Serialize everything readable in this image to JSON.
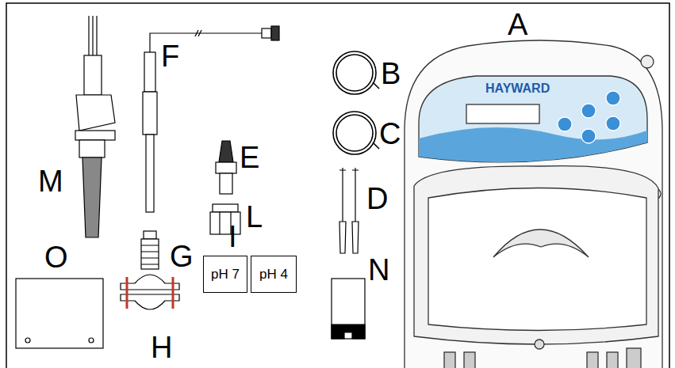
{
  "diagram": {
    "nodes": [
      {
        "text": [
          "pH 7"
        ]
      },
      {
        "text": [
          "pH 4"
        ]
      }
    ],
    "labels": [
      "A",
      "B",
      "C",
      "D",
      "E",
      "F",
      "G",
      "H",
      "I",
      "L",
      "M",
      "N",
      "O",
      "HAYWARD"
    ]
  }
}
